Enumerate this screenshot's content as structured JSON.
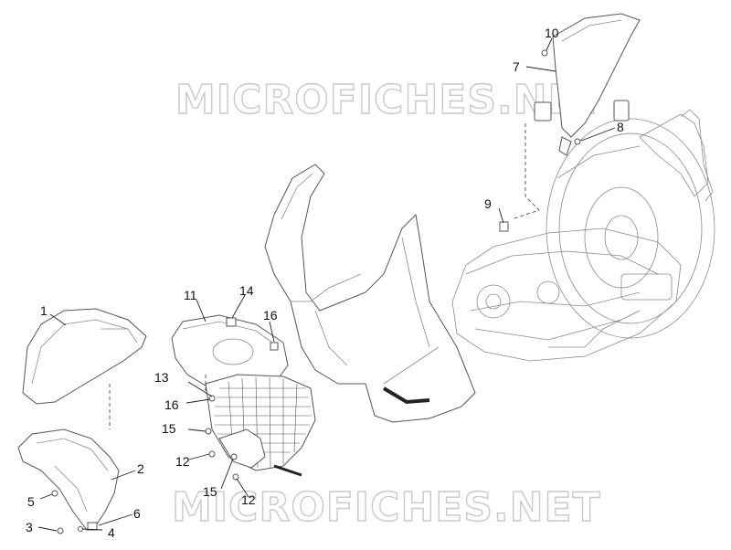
{
  "watermark": {
    "top": "MICROFICHES.NET",
    "bottom": "MICROFICHES.NET"
  },
  "callouts": {
    "c1": "1",
    "c2": "2",
    "c3": "3",
    "c4": "4",
    "c5": "5",
    "c6": "6",
    "c7": "7",
    "c8": "8",
    "c9": "9",
    "c10": "10",
    "c11": "11",
    "c12a": "12",
    "c12b": "12",
    "c13": "13",
    "c14": "14",
    "c15a": "15",
    "c15b": "15",
    "c16a": "16",
    "c16b": "16"
  },
  "colors": {
    "line": "#555555",
    "watermark_outline": "#c9c9c9",
    "text": "#111111"
  }
}
